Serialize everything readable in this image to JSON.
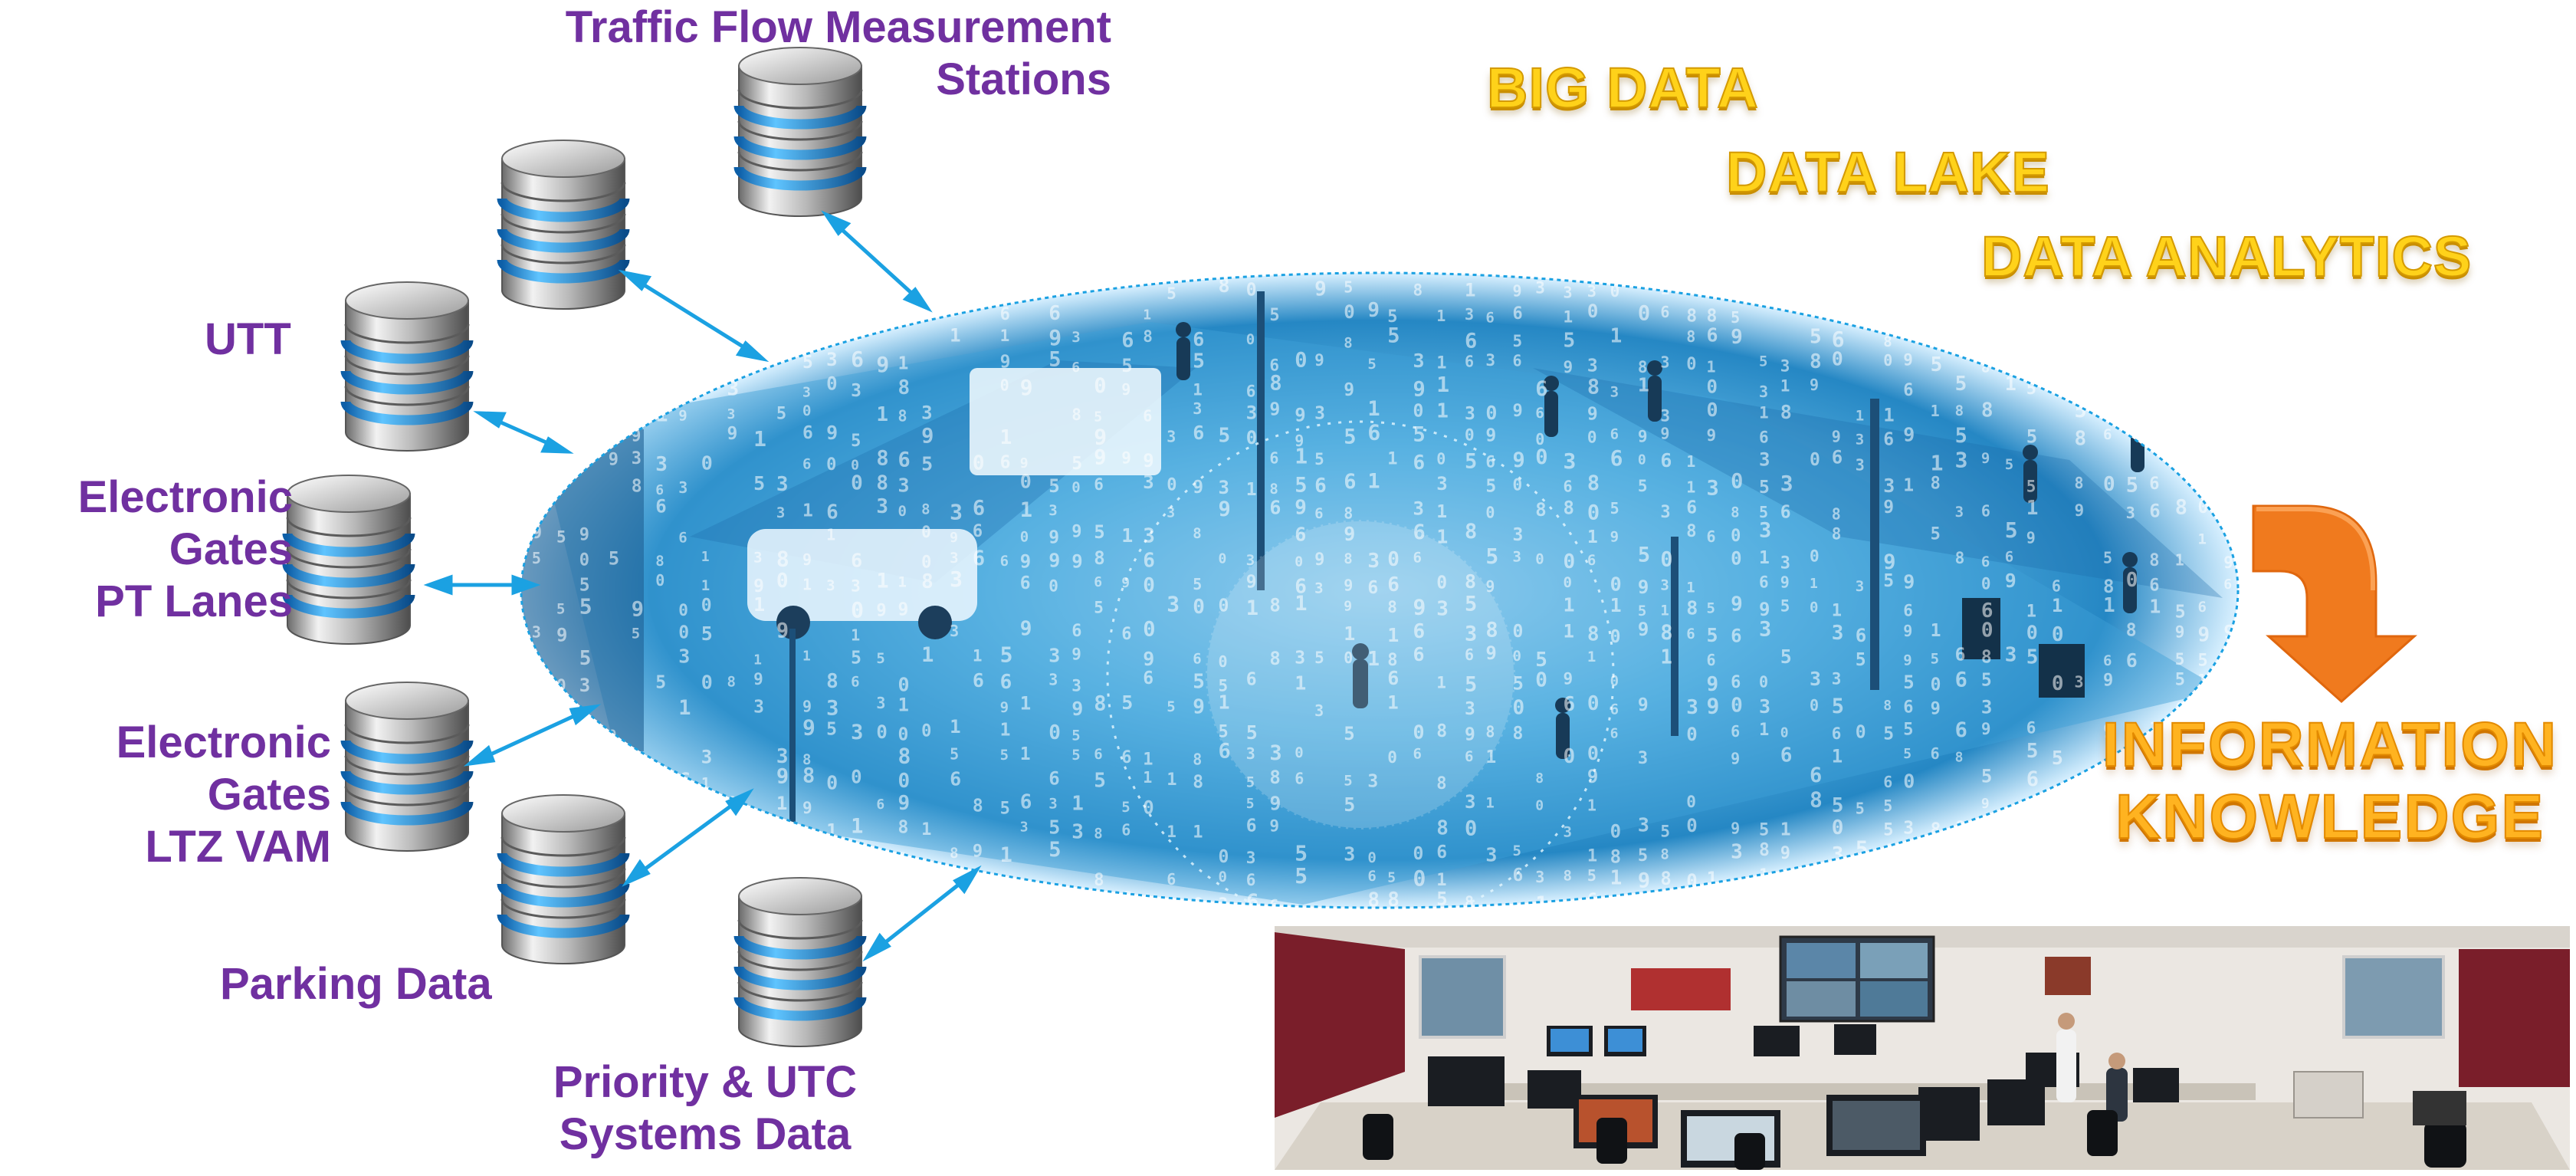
{
  "sources": [
    {
      "id": "traffic-flow",
      "label": "Traffic Flow Measurement\nStations"
    },
    {
      "id": "unlabeled-db",
      "label": ""
    },
    {
      "id": "utt",
      "label": "UTT"
    },
    {
      "id": "gates-pt",
      "label": "Electronic\nGates\nPT Lanes"
    },
    {
      "id": "gates-ltz",
      "label": "Electronic\nGates\nLTZ VAM"
    },
    {
      "id": "parking",
      "label": "Parking Data"
    },
    {
      "id": "priority-utc",
      "label": "Priority & UTC\nSystems Data"
    }
  ],
  "concepts": {
    "big_data": "BIG DATA",
    "data_lake": "DATA LAKE",
    "data_analytics": "DATA ANALYTICS"
  },
  "outcome": {
    "line1": "INFORMATION",
    "line2": "KNOWLEDGE"
  },
  "colors": {
    "source_label": "#7030a0",
    "connector": "#1ba1e2",
    "gold_text": "#ffd21a",
    "arrow": "#f07a1e",
    "data_blue": "#1a86c8"
  },
  "icons": {
    "database": "database-icon",
    "connector": "double-arrow-icon",
    "arrow": "curved-arrow-down-icon"
  }
}
